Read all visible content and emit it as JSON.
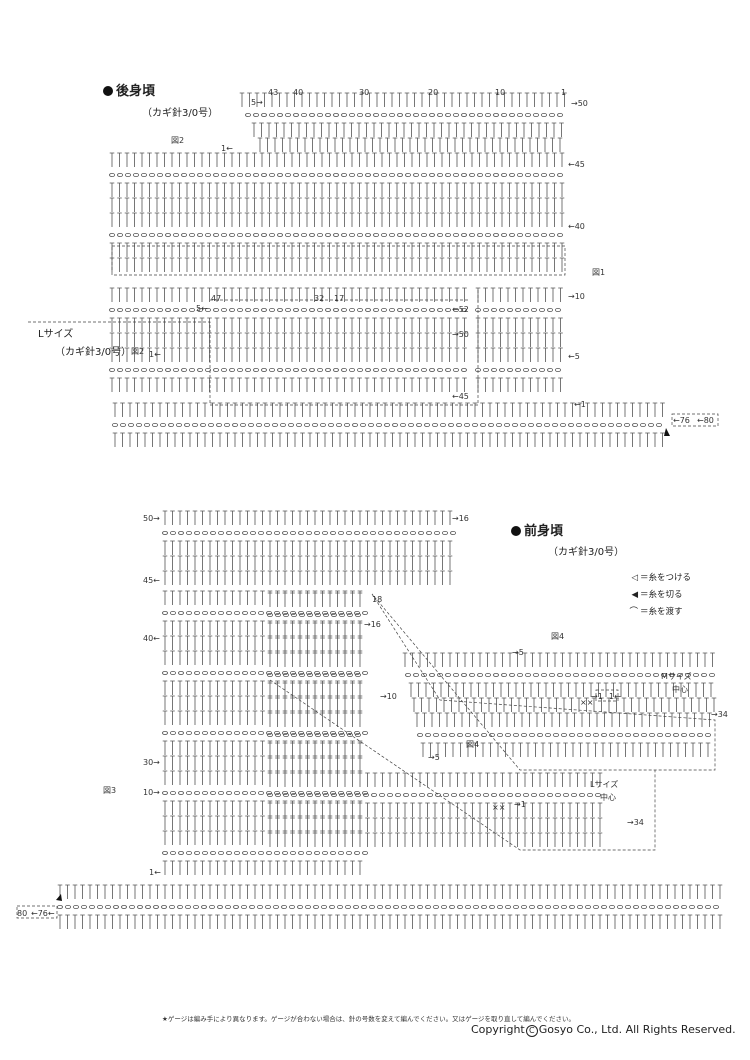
{
  "back": {
    "title": "後身頃",
    "hook": "（カギ針3/0号）",
    "col_numbers": [
      "43",
      "40",
      "30",
      "20",
      "10",
      "1"
    ],
    "fig_top": "図2",
    "fig_right": "図1",
    "lsize": "Lサイズ",
    "lsize_hook": "（カギ針3/0号）",
    "fig_l": "図2",
    "l_cols": [
      "47",
      "32",
      "17"
    ],
    "row_labels": [
      "5→",
      "→50",
      "←45",
      "←40",
      "→10",
      "←5",
      "←1",
      "←52",
      "→50",
      "←45",
      "5←",
      "←76",
      "←80",
      "1←",
      "1←"
    ]
  },
  "front": {
    "title": "前身頃",
    "hook": "（カギ針3/0号）",
    "fig3": "図3",
    "fig4a": "図4",
    "fig4b": "図4",
    "msize": "Mサイズ",
    "msize_center": "中心",
    "lsize": "Lサイズ",
    "lsize_center": "中心",
    "row_labels": [
      "50→",
      "→16",
      "45←",
      "18",
      "→16",
      "40←",
      "→5",
      "→10",
      "→1",
      "→5",
      "30→",
      "10→",
      "→1",
      "→34",
      "→34",
      "1←",
      "80",
      "←76←",
      "1←",
      "××",
      "××"
    ]
  },
  "legend": {
    "items": [
      {
        "symbol": "◁",
        "label": "＝糸をつける"
      },
      {
        "symbol": "◀",
        "label": "＝糸を切る"
      },
      {
        "symbol": "⌒",
        "label": "＝糸を渡す"
      }
    ]
  },
  "footer": {
    "note": "★ゲージは編み手により異なります。ゲージが合わない場合は、針の号数を変えて編んでください。又はゲージを取り直して編んでください。",
    "copyright_pre": "Copyright",
    "copyright_c": "C",
    "copyright_post": "Gosyo Co., Ltd. All Rights Reserved."
  }
}
